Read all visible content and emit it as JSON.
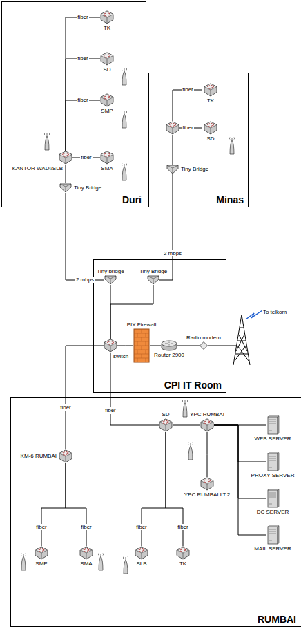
{
  "diagram": {
    "nodes": [
      {
        "text": [
          "Duri"
        ]
      },
      {
        "text": [
          "TK"
        ],
        "in": 0
      },
      {
        "text": [
          "SD"
        ],
        "in": 0
      },
      {
        "text": [
          "SMP"
        ],
        "in": 0
      },
      {
        "text": [
          "SMA"
        ],
        "in": 0
      },
      {
        "text": [
          "KANTOR WADI/SLB"
        ],
        "in": 0
      },
      {
        "text": [
          "Tiny Bridge"
        ],
        "in": 0
      },
      {
        "text": [
          "Minas"
        ]
      },
      {
        "text": [
          "TK"
        ],
        "in": 7
      },
      {
        "text": [
          "SD"
        ],
        "in": 7
      },
      {
        "text": [
          "Tiny Bridge"
        ],
        "in": 7
      },
      {
        "text": [
          "CPI IT Room"
        ]
      },
      {
        "text": [
          "Tiny bridge"
        ],
        "in": 11
      },
      {
        "text": [
          "Tiny Bridge"
        ],
        "in": 11
      },
      {
        "text": [
          "PIX Firewall"
        ],
        "in": 11
      },
      {
        "text": [
          "switch"
        ],
        "in": 11
      },
      {
        "text": [
          "Radio modem"
        ],
        "in": 11
      },
      {
        "text": [
          "Router 2900"
        ],
        "in": 11
      },
      {
        "text": [
          "RUMBAI"
        ]
      },
      {
        "text": [
          "KM-6 RUMBAI"
        ],
        "in": 18
      },
      {
        "text": [
          "SD"
        ],
        "in": 18
      },
      {
        "text": [
          "YPC RUMBAI"
        ],
        "in": 18
      },
      {
        "text": [
          "WEB SERVER"
        ],
        "in": 18
      },
      {
        "text": [
          "PROXY SERVER"
        ],
        "in": 18
      },
      {
        "text": [
          "YPC RUMBAI LT.2"
        ],
        "in": 18
      },
      {
        "text": [
          "SMP"
        ],
        "in": 18
      },
      {
        "text": [
          "SMA"
        ],
        "in": 18
      },
      {
        "text": [
          "SLB"
        ],
        "in": 18
      },
      {
        "text": [
          "TK"
        ],
        "in": 18
      },
      {
        "text": [
          "DC SERVER"
        ],
        "in": 18
      },
      {
        "text": [
          "MAIL SERVER"
        ],
        "in": 18
      }
    ],
    "edges": [
      {
        "from": 5,
        "to": 1,
        "label": "fiber",
        "arrow": "none"
      },
      {
        "from": 5,
        "to": 2,
        "label": "fiber",
        "arrow": "none"
      },
      {
        "from": 5,
        "to": 3,
        "label": "fiber",
        "arrow": "none"
      },
      {
        "from": 5,
        "to": 4,
        "label": "fiber",
        "arrow": "none"
      },
      {
        "from": 5,
        "to": 6,
        "arrow": "none"
      },
      {
        "from": 6,
        "to": 12,
        "label": "2 mbps",
        "arrow": "none"
      },
      {
        "from": 10,
        "to": 13,
        "label": "2 mbps",
        "arrow": "none"
      },
      {
        "from": 12,
        "to": 15,
        "arrow": "none"
      },
      {
        "from": 13,
        "to": 15,
        "arrow": "none"
      },
      {
        "from": 15,
        "to": 14,
        "arrow": "none"
      },
      {
        "from": 14,
        "to": 17,
        "arrow": "none"
      },
      {
        "from": 17,
        "to": 16,
        "arrow": "none"
      },
      {
        "from": 15,
        "to": 19,
        "label": "fiber",
        "arrow": "none"
      },
      {
        "from": 15,
        "to": 20,
        "label": "fiber",
        "arrow": "none"
      },
      {
        "from": 20,
        "to": 21,
        "arrow": "none"
      },
      {
        "from": 21,
        "to": 22,
        "arrow": "none"
      },
      {
        "from": 21,
        "to": 23,
        "arrow": "none"
      },
      {
        "from": 21,
        "to": 29,
        "arrow": "none"
      },
      {
        "from": 21,
        "to": 30,
        "arrow": "none"
      },
      {
        "from": 21,
        "to": 24,
        "arrow": "none"
      },
      {
        "from": 19,
        "to": 25,
        "label": "fiber",
        "arrow": "none"
      },
      {
        "from": 19,
        "to": 26,
        "label": "fiber",
        "arrow": "none"
      },
      {
        "from": 20,
        "to": 27,
        "label": "fiber",
        "arrow": "none"
      },
      {
        "from": 20,
        "to": 28,
        "label": "fiber",
        "arrow": "none"
      }
    ],
    "labels": [
      "fiber",
      "fiber",
      "To telkom"
    ]
  }
}
